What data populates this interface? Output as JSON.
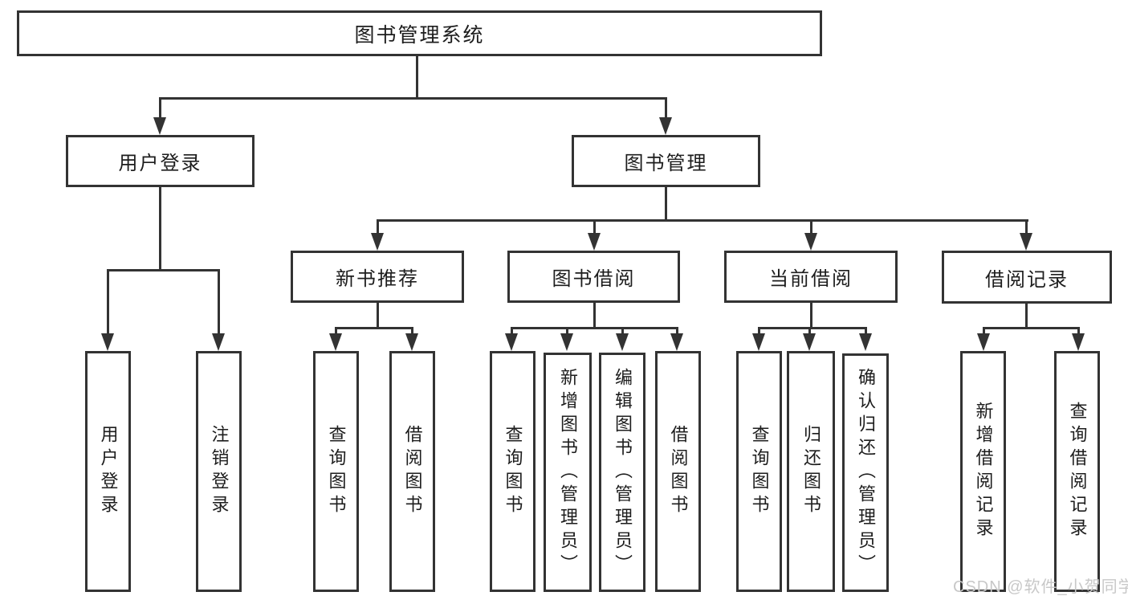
{
  "diagram_title": "图书管理系统",
  "colors": {
    "line": "#333333",
    "text": "#1d1d1d",
    "background": "#ffffff",
    "watermark": "#c8c8c8"
  },
  "nodes": {
    "root": {
      "label": "图书管理系统"
    },
    "user_login": {
      "label": "用户登录"
    },
    "book_mgmt": {
      "label": "图书管理"
    },
    "new_book_rec": {
      "label": "新书推荐"
    },
    "book_borrow": {
      "label": "图书借阅"
    },
    "current_borrow": {
      "label": "当前借阅"
    },
    "borrow_records": {
      "label": "借阅记录"
    },
    "leaf_user_login": {
      "label": "用户登录"
    },
    "leaf_logout": {
      "label": "注销登录"
    },
    "leaf_rec_query_book": {
      "label": "查询图书"
    },
    "leaf_rec_borrow_book": {
      "label": "借阅图书"
    },
    "leaf_bb_query_book": {
      "label": "查询图书"
    },
    "leaf_bb_add_book": {
      "label": "新增图书（管理员）"
    },
    "leaf_bb_edit_book": {
      "label": "编辑图书（管理员）"
    },
    "leaf_bb_borrow_book": {
      "label": "借阅图书"
    },
    "leaf_cb_query_book": {
      "label": "查询图书"
    },
    "leaf_cb_return_book": {
      "label": "归还图书"
    },
    "leaf_cb_confirm_return": {
      "label": "确认归还（管理员）"
    },
    "leaf_br_add_record": {
      "label": "新增借阅记录"
    },
    "leaf_br_query_record": {
      "label": "查询借阅记录"
    }
  },
  "edges": [
    {
      "parent": "图书管理系统",
      "children": [
        "用户登录",
        "图书管理"
      ]
    },
    {
      "parent": "用户登录",
      "children": [
        "用户登录",
        "注销登录"
      ]
    },
    {
      "parent": "图书管理",
      "children": [
        "新书推荐",
        "图书借阅",
        "当前借阅",
        "借阅记录"
      ]
    },
    {
      "parent": "新书推荐",
      "children": [
        "查询图书",
        "借阅图书"
      ]
    },
    {
      "parent": "图书借阅",
      "children": [
        "查询图书",
        "新增图书（管理员）",
        "编辑图书（管理员）",
        "借阅图书"
      ]
    },
    {
      "parent": "当前借阅",
      "children": [
        "查询图书",
        "归还图书",
        "确认归还（管理员）"
      ]
    },
    {
      "parent": "借阅记录",
      "children": [
        "新增借阅记录",
        "查询借阅记录"
      ]
    }
  ],
  "watermark": "CSDN @软件_小贺同学"
}
